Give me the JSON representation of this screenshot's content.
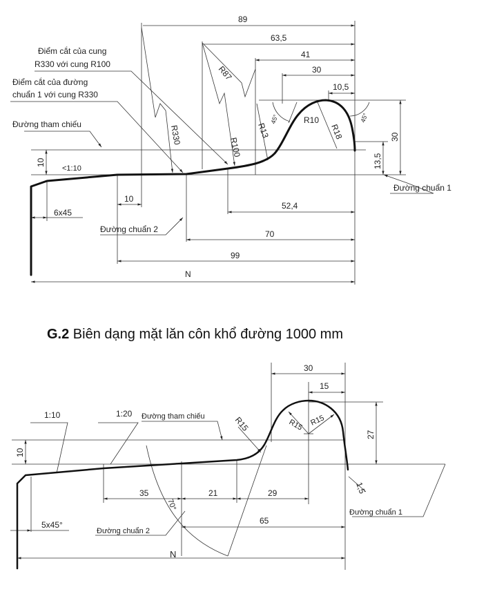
{
  "caption": {
    "number": "G.2",
    "text": " Biên dạng mặt lăn côn khổ đường 1000 mm"
  },
  "top_drawing": {
    "notes": {
      "arc_intersection_1": "Điểm cắt của cung",
      "arc_intersection_2": "R330 với cung R100",
      "ref_intersection_1": "Điểm cắt của đường",
      "ref_intersection_2": "chuẩn 1 với cung R330",
      "reference_line": "Đường tham chiếu",
      "datum_1": "Đường chuẩn 1",
      "datum_2": "Đường chuẩn 2",
      "taper": "<1:10"
    },
    "dims": {
      "d89": "89",
      "d63_5": "63,5",
      "d41": "41",
      "d30": "30",
      "d10_5": "10,5",
      "v30": "30",
      "v13_5": "13,5",
      "v10": "10",
      "h10": "10",
      "chamfer": "6x45",
      "d52_4": "52,4",
      "d70": "70",
      "d99": "99",
      "N": "N",
      "angle_left": "45°",
      "angle_right": "45°"
    },
    "radii": {
      "r330": "R330",
      "r100": "R100",
      "r87": "R87",
      "r13": "R13",
      "r10": "R10",
      "r18": "R18"
    }
  },
  "bottom_drawing": {
    "notes": {
      "taper_1": "1:10",
      "taper_2": "1:20",
      "reference_line": "Đường tham chiếu",
      "datum_1": "Đường chuẩn 1",
      "datum_2": "Đường chuẩn 2",
      "flank_taper": "1,5"
    },
    "dims": {
      "d30": "30",
      "d15": "15",
      "v27": "27",
      "v10": "10",
      "d35": "35",
      "d21": "21",
      "d29": "29",
      "d65": "65",
      "N": "N",
      "chamfer": "5x45°",
      "angle": "70°"
    },
    "radii": {
      "r15_fillet": "R15",
      "r15_left": "R15",
      "r15_right": "R15"
    }
  }
}
